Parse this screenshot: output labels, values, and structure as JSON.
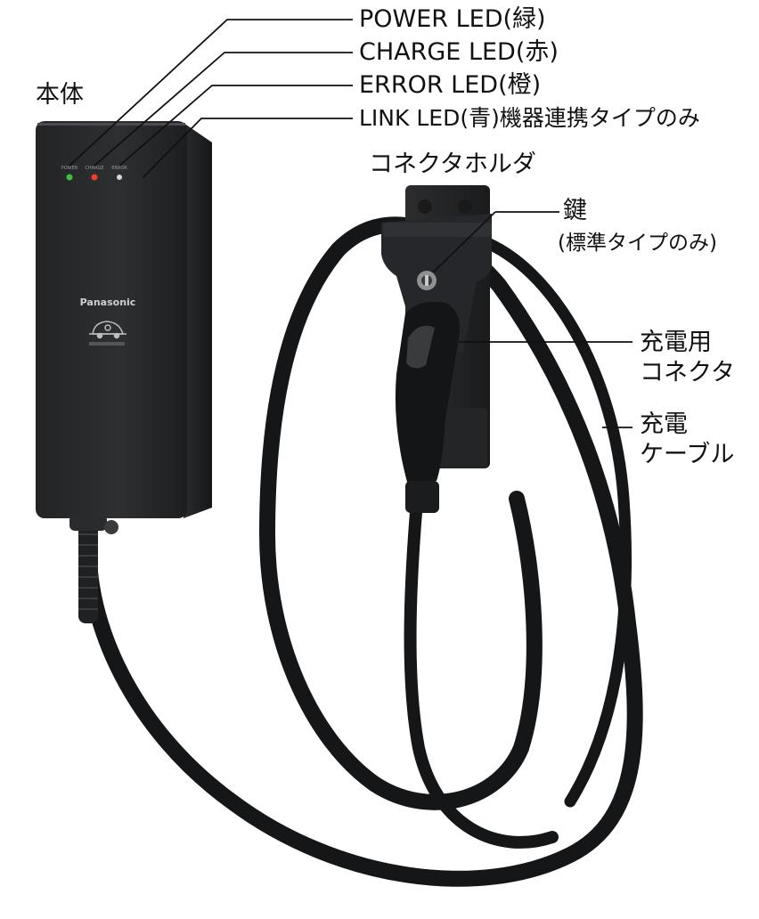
{
  "labels": {
    "body": "本体",
    "power_led": "POWER LED(緑)",
    "charge_led": "CHARGE LED(赤)",
    "error_led": "ERROR LED(橙)",
    "link_led": "LINK LED(青)機器連携タイプのみ",
    "connector_holder": "コネクタホルダ",
    "key": "鍵",
    "key_note": "(標準タイプのみ)",
    "charging_connector_line1": "充電用",
    "charging_connector_line2": "コネクタ",
    "charging_cable_line1": "充電",
    "charging_cable_line2": "ケーブル"
  },
  "device": {
    "brand": "Panasonic",
    "led_labels": [
      "POWER",
      "CHARGE",
      "ERROR"
    ],
    "led_colors": {
      "power": "#3fbf3f",
      "charge": "#e8402a",
      "error": "#d8d8d8"
    }
  },
  "colors": {
    "device_body": "#2b2c2e",
    "device_edge": "#3a3b3d",
    "cable": "#151617",
    "line": "#111111"
  }
}
